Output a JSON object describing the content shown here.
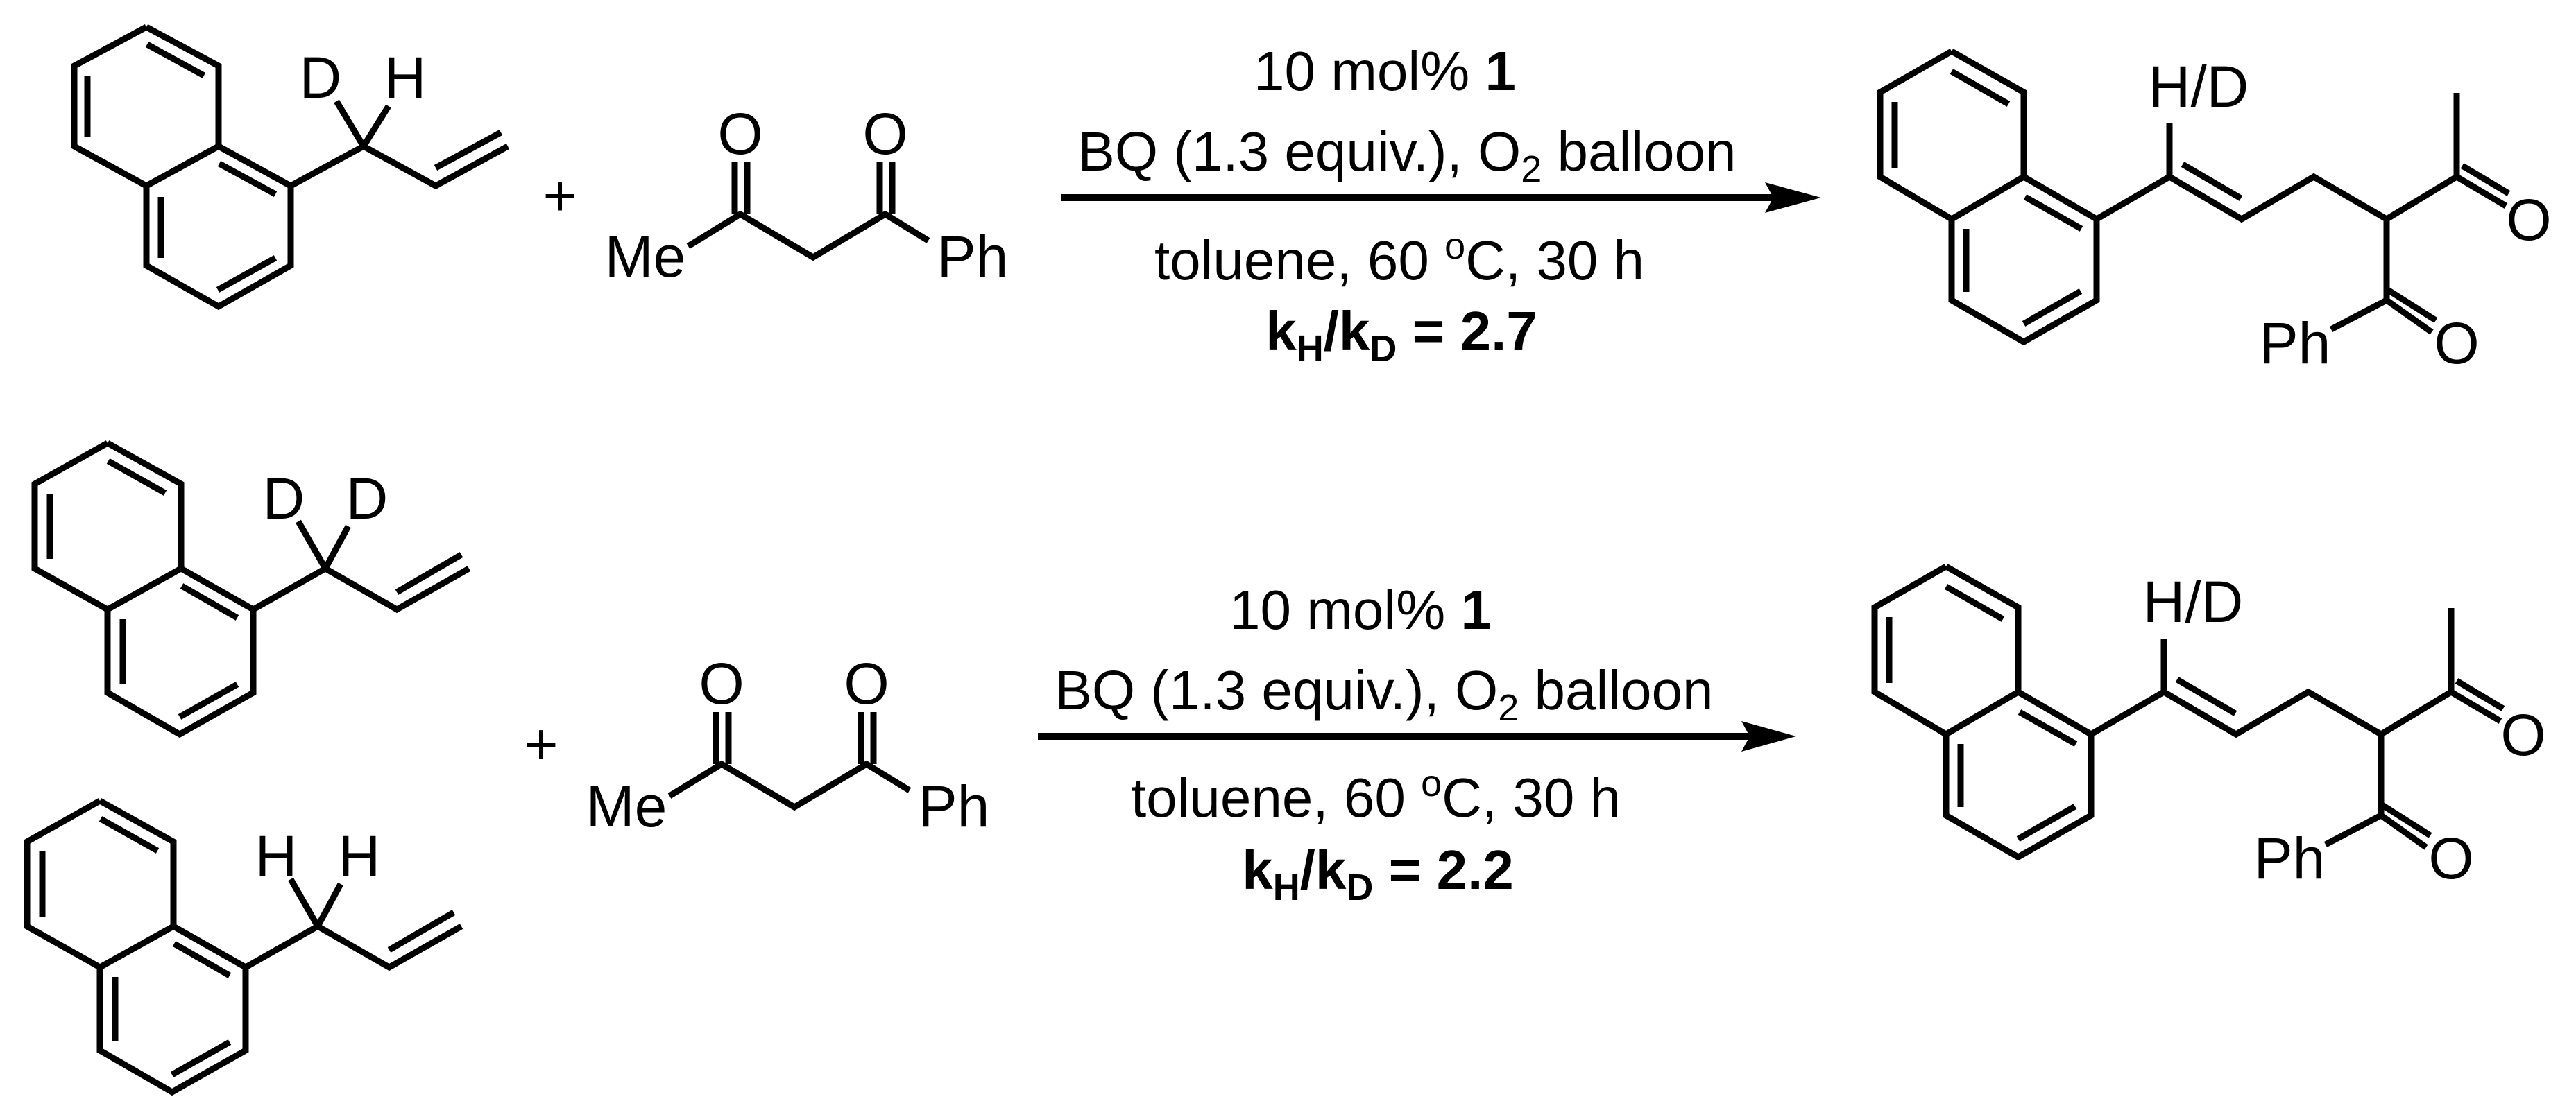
{
  "scheme": {
    "title": "Kinetic isotope effect experiments: allylic C–H alkylation of 1-allylnaphthalene with 1-phenylbutane-1,3-dione",
    "reactions": [
      {
        "id": "intramolecular-kie",
        "substrate": {
          "name": "1-(1-deuterioallyl)naphthalene",
          "labels": {
            "left": "D",
            "right": "H"
          }
        },
        "plus": "+",
        "nucleophile": {
          "name": "1-phenylbutane-1,3-dione",
          "labels": {
            "o1": "O",
            "o2": "O",
            "me": "Me",
            "ph": "Ph"
          }
        },
        "conditions": {
          "catalyst_prefix": "10 mol% ",
          "catalyst_id": "1",
          "oxidant": "BQ (1.3 equiv.), O",
          "oxidant_sub": "2",
          "oxidant_suffix": " balloon",
          "solvent_temp_time_prefix": "toluene, 60 ",
          "degree": "o",
          "solvent_temp_time_suffix": "C, 30 h",
          "kie_k1": "k",
          "kie_sub1": "H",
          "kie_mid": "/k",
          "kie_sub2": "D",
          "kie_value": " = 2.7"
        },
        "product": {
          "name": "(E)-3-(3-(naphthalen-1-yl)allyl)-1-phenylbutane-1,3-dione",
          "labels": {
            "hd": "H/D",
            "o_acetyl": "O",
            "o_benzoyl": "O",
            "ph": "Ph"
          }
        }
      },
      {
        "id": "intermolecular-kie",
        "substrates": [
          {
            "name": "1-(1,1-dideuterioallyl)naphthalene",
            "labels": {
              "left": "D",
              "right": "D"
            }
          },
          {
            "name": "1-allylnaphthalene",
            "labels": {
              "left": "H",
              "right": "H"
            }
          }
        ],
        "plus": "+",
        "nucleophile": {
          "name": "1-phenylbutane-1,3-dione",
          "labels": {
            "o1": "O",
            "o2": "O",
            "me": "Me",
            "ph": "Ph"
          }
        },
        "conditions": {
          "catalyst_prefix": "10 mol% ",
          "catalyst_id": "1",
          "oxidant": "BQ (1.3 equiv.), O",
          "oxidant_sub": "2",
          "oxidant_suffix": " balloon",
          "solvent_temp_time_prefix": "toluene, 60 ",
          "degree": "o",
          "solvent_temp_time_suffix": "C, 30 h",
          "kie_k1": "k",
          "kie_sub1": "H",
          "kie_mid": "/k",
          "kie_sub2": "D",
          "kie_value": " = 2.2"
        },
        "product": {
          "name": "(E)-3-(3-(naphthalen-1-yl)allyl)-1-phenylbutane-1,3-dione",
          "labels": {
            "hd": "H/D",
            "o_acetyl": "O",
            "o_benzoyl": "O",
            "ph": "Ph"
          }
        }
      }
    ],
    "colors": {
      "ink": "#000000",
      "background": "#ffffff"
    }
  }
}
